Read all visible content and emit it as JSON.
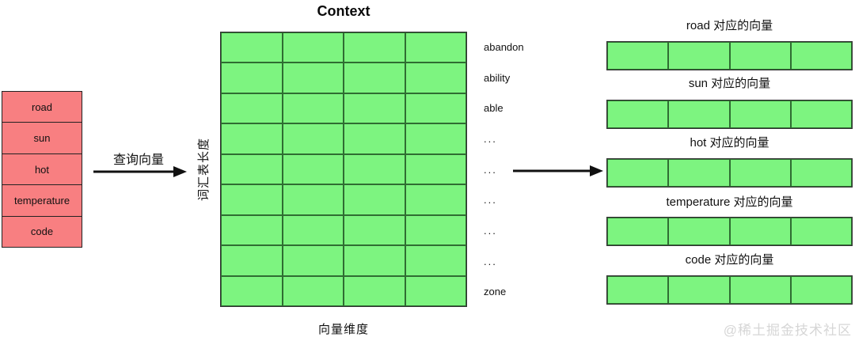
{
  "left_table": {
    "words": [
      "road",
      "sun",
      "hot",
      "temperature",
      "code"
    ]
  },
  "arrow1": {
    "label": "查询向量"
  },
  "grid": {
    "title": "Context",
    "rows": 9,
    "cols": 4,
    "row_labels": [
      "abandon",
      "ability",
      "able",
      "...",
      "...",
      "...",
      "...",
      "...",
      "zone"
    ],
    "y_axis_label": "词汇表长度",
    "x_axis_label": "向量维度"
  },
  "output_vector_shape": {
    "rows": 1,
    "cols": 4
  },
  "output_vectors": [
    {
      "label": "road 对应的向量"
    },
    {
      "label": "sun 对应的向量"
    },
    {
      "label": "hot 对应的向量"
    },
    {
      "label": "temperature 对应的向量"
    },
    {
      "label": "code 对应的向量"
    }
  ],
  "watermark": "@稀土掘金技术社区",
  "colors": {
    "cell_green": "#7df480",
    "cell_green_border": "#2f6d32",
    "word_pink": "#f87f81",
    "line_black": "#111111",
    "watermark_gray": "#d6d6d6"
  }
}
